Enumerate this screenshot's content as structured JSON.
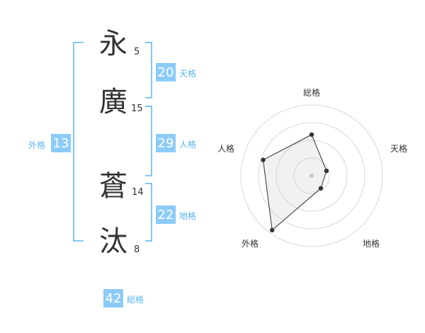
{
  "name": {
    "surname": [
      {
        "char": "永",
        "strokes": "5"
      },
      {
        "char": "廣",
        "strokes": "15"
      }
    ],
    "given": [
      {
        "char": "蒼",
        "strokes": "14"
      },
      {
        "char": "汰",
        "strokes": "8"
      }
    ]
  },
  "scores": {
    "tenkaku": {
      "value": "20",
      "label": "天格"
    },
    "jinkaku": {
      "value": "29",
      "label": "人格"
    },
    "chikaku": {
      "value": "22",
      "label": "地格"
    },
    "gaikaku": {
      "value": "13",
      "label": "外格"
    },
    "soukaku": {
      "value": "42",
      "label": "総格"
    }
  },
  "colors": {
    "accent": "#8ccbf7",
    "bracket": "#5bb6ef",
    "text": "#333333"
  },
  "radar": {
    "labels": [
      "総格",
      "天格",
      "地格",
      "外格",
      "人格"
    ],
    "values": [
      0.58,
      0.22,
      0.22,
      0.95,
      0.72
    ],
    "rings": 4
  }
}
